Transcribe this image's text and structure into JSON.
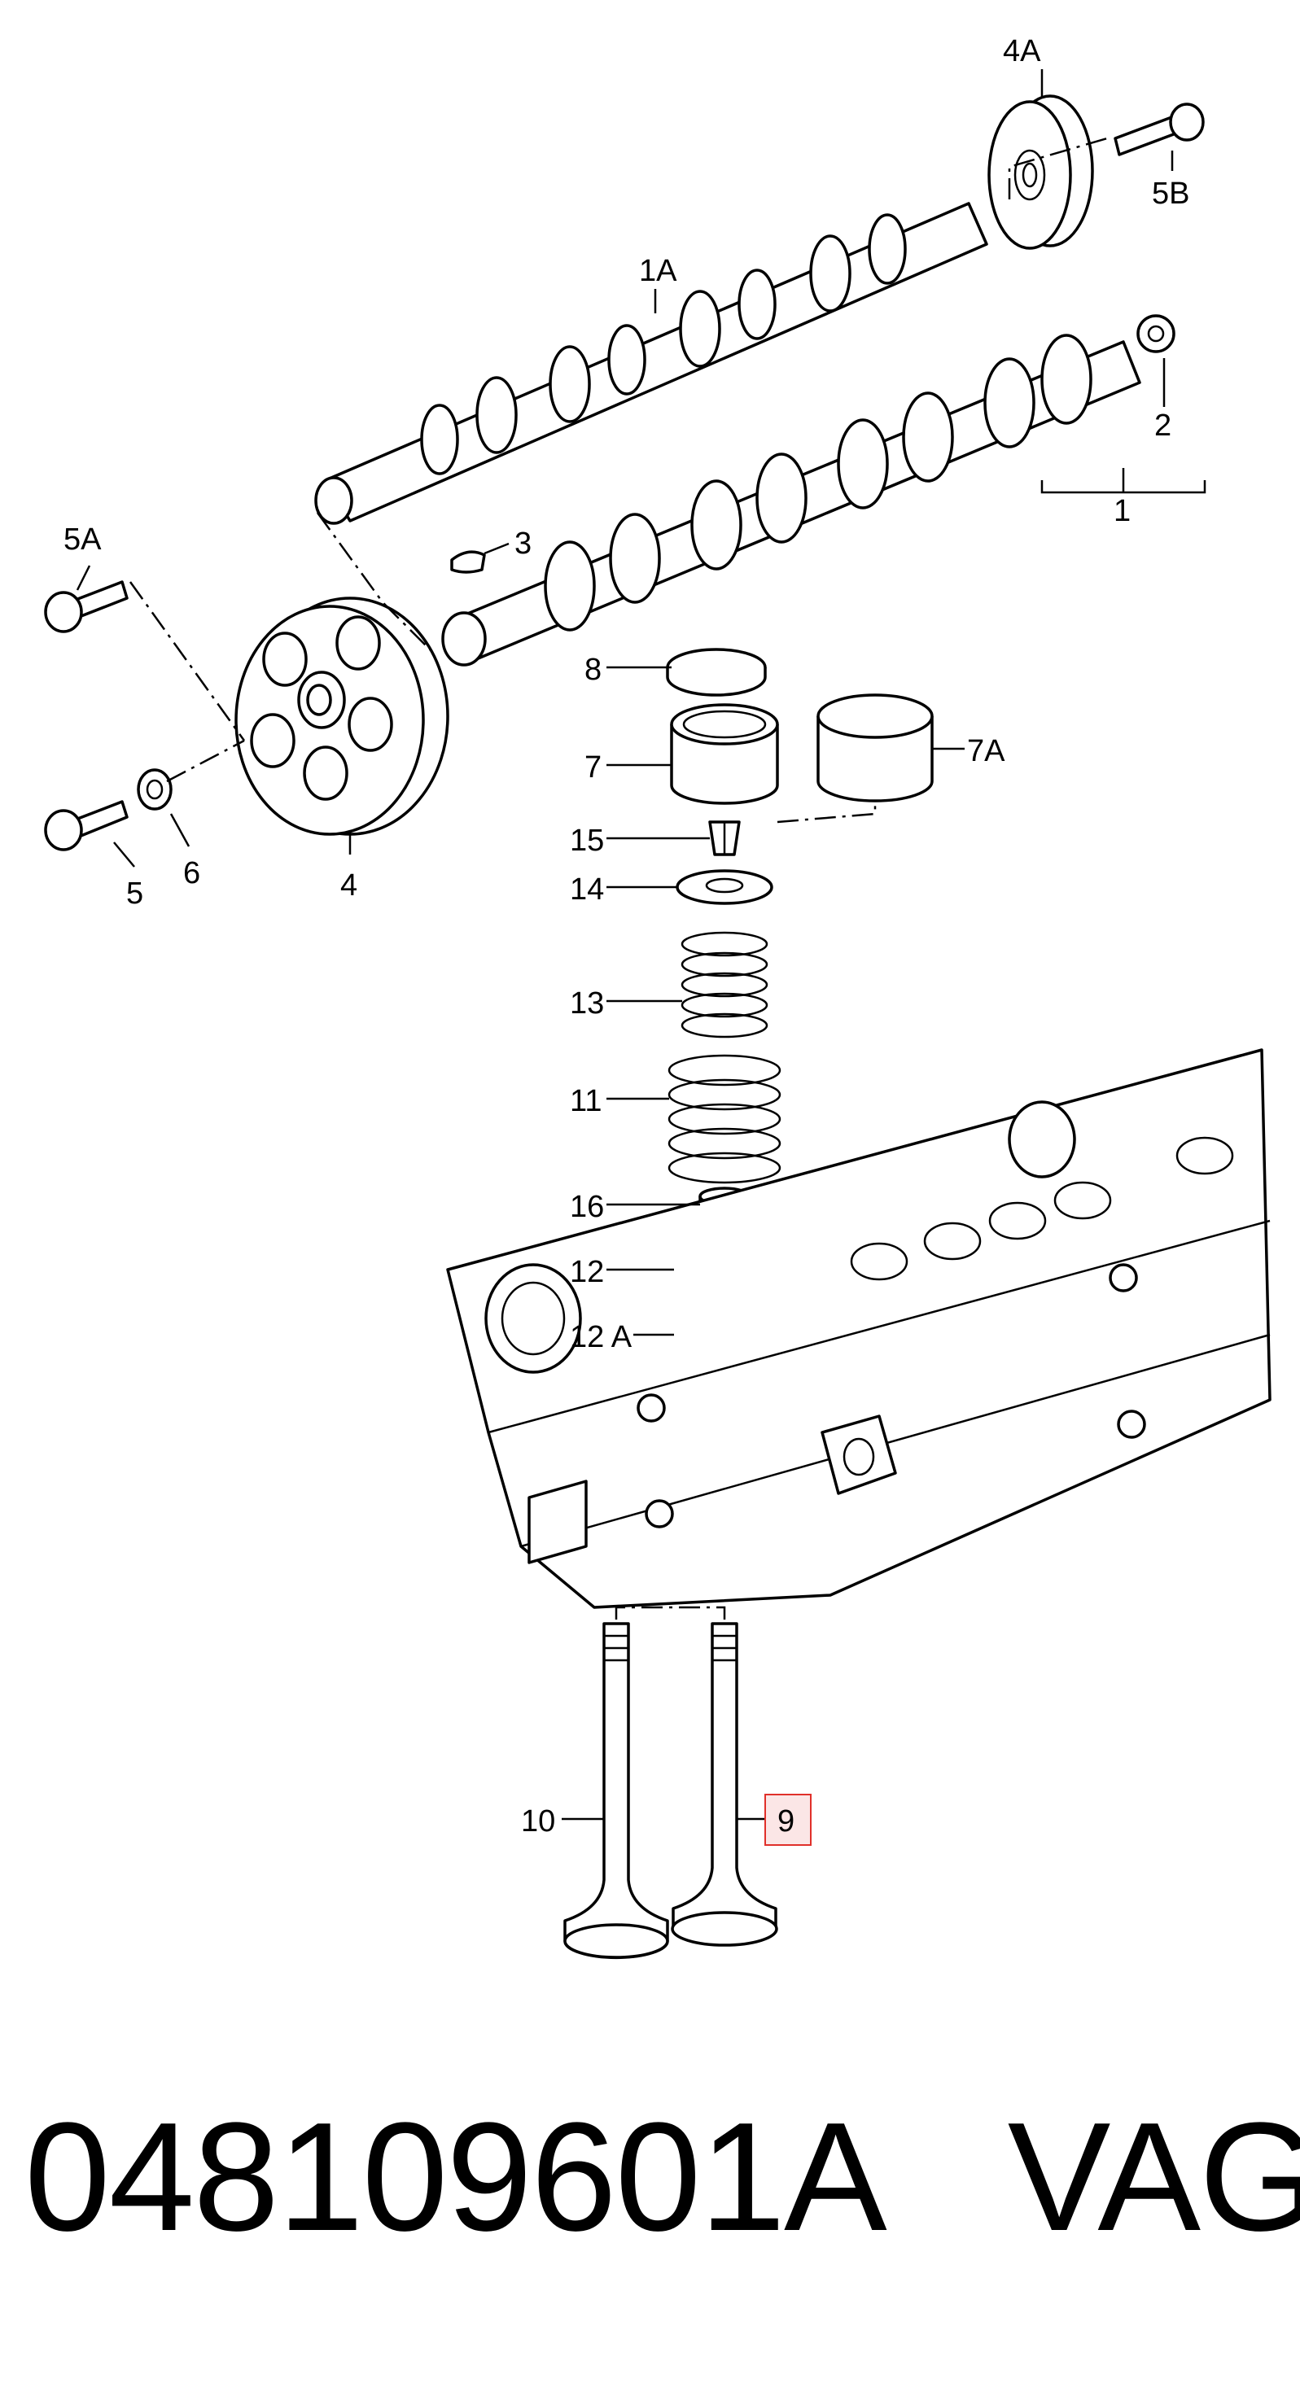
{
  "callouts": {
    "c1": "1",
    "c1a": "1A",
    "c2": "2",
    "c3": "3",
    "c4": "4",
    "c4a": "4A",
    "c5": "5",
    "c5a": "5A",
    "c5b": "5B",
    "c6": "6",
    "c7": "7",
    "c7a": "7A",
    "c8": "8",
    "c9": "9",
    "c10": "10",
    "c11": "11",
    "c12": "12",
    "c12a": "12 A",
    "c13": "13",
    "c14": "14",
    "c15": "15",
    "c16": "16"
  },
  "highlight": {
    "callout": "9",
    "color": "#e0302a"
  },
  "caption": {
    "part_number": "048109601A",
    "brand": "VAG"
  }
}
